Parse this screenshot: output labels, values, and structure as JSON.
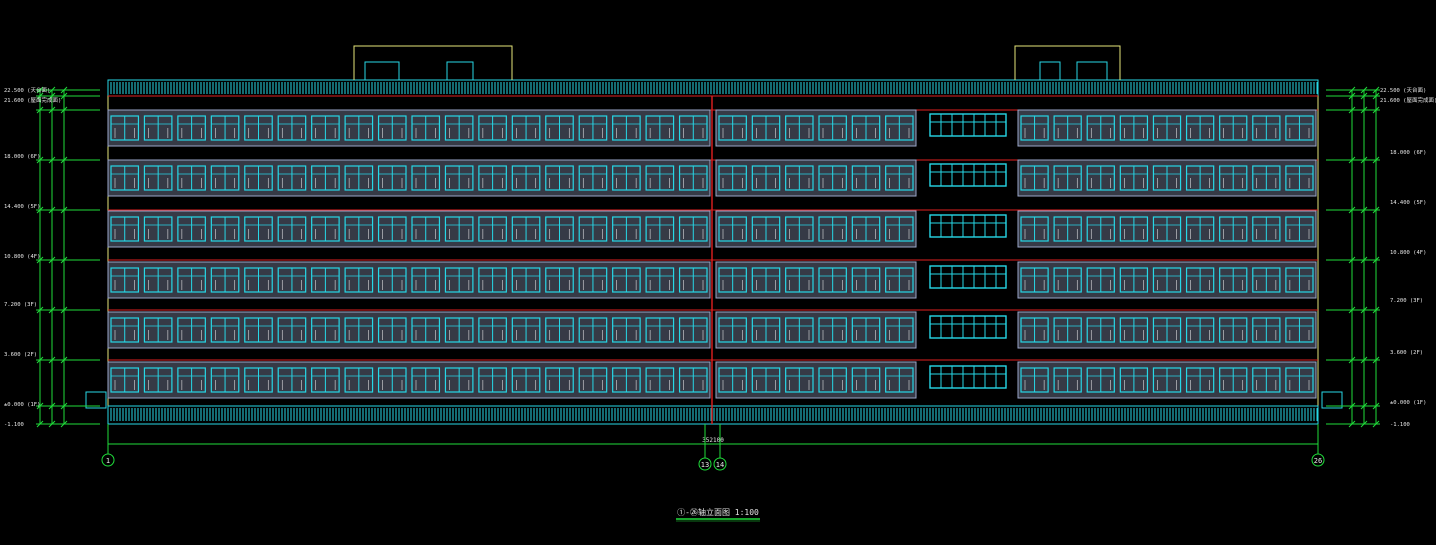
{
  "drawing": {
    "caption": "①-㉖轴立面图 1:100",
    "scale": "1:100",
    "overall_dimension": "352100"
  },
  "axes": [
    {
      "label": "1"
    },
    {
      "label": "13"
    },
    {
      "label": "14"
    },
    {
      "label": "26"
    }
  ],
  "left_levels": [
    {
      "label": "22.500 (天台面)"
    },
    {
      "label": "21.600 (屋面完成面)"
    },
    {
      "label": "18.000 (6F)"
    },
    {
      "label": "14.400 (5F)"
    },
    {
      "label": "10.800 (4F)"
    },
    {
      "label": "7.200 (3F)"
    },
    {
      "label": "3.600 (2F)"
    },
    {
      "label": "±0.000 (1F)"
    },
    {
      "label": "-1.100"
    }
  ],
  "right_levels": [
    {
      "label": "22.500 (天台面)"
    },
    {
      "label": "21.600 (屋面完成面)"
    },
    {
      "label": "18.000 (6F)"
    },
    {
      "label": "14.400 (5F)"
    },
    {
      "label": "10.800 (4F)"
    },
    {
      "label": "7.200 (3F)"
    },
    {
      "label": "3.600 (2F)"
    },
    {
      "label": "±0.000 (1F)"
    },
    {
      "label": "-1.100"
    }
  ],
  "colors": {
    "background": "#000000",
    "facade_panel": "#9aa6c8",
    "window": "#27d7e6",
    "floor_line": "#e0201f",
    "dimension": "#1fdc3a",
    "outline": "#e6e67a",
    "text": "#e8e8e8"
  }
}
